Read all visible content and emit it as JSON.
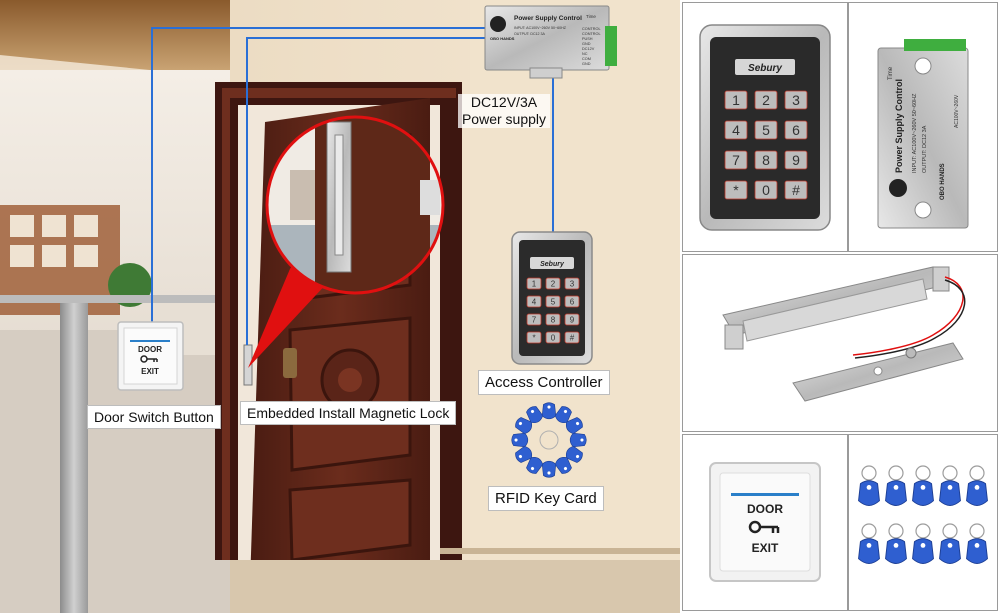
{
  "scene": {
    "power_supply": {
      "title": "Power Supply Control",
      "brand": "OBO HANDS",
      "input_text": "INPUT: AC100V~260V 50~60HZ",
      "output_text": "OUTPUT: DC12 3A",
      "time_label": "Time",
      "terminals": [
        "CONTROL",
        "CONTROL",
        "PUSH",
        "GND",
        "DC12V",
        "NC",
        "COM",
        "GND"
      ],
      "caption_line1": "DC12V/3A",
      "caption_line2": "Power supply"
    },
    "keypad": {
      "brand": "Sebury",
      "keys": [
        "1",
        "2",
        "3",
        "4",
        "5",
        "6",
        "7",
        "8",
        "9",
        "*",
        "0",
        "#"
      ],
      "caption": "Access Controller"
    },
    "exit_button": {
      "line1": "DOOR",
      "line2": "EXIT",
      "caption": "Door Switch Button"
    },
    "lock": {
      "caption": "Embedded Install Magnetic Lock"
    },
    "rfid": {
      "caption": "RFID Key Card"
    }
  },
  "products": {
    "keypad": {
      "brand": "Sebury",
      "keys": [
        "1",
        "2",
        "3",
        "4",
        "5",
        "6",
        "7",
        "8",
        "9",
        "*",
        "0",
        "#"
      ]
    },
    "power_supply": {
      "title": "Power Supply Control",
      "brand": "OBO HANDS",
      "input_text": "INPUT: AC100V~260V 50~60HZ",
      "output_text": "OUTPUT: DC12 3A",
      "side_text": "AC100V~260V",
      "time_label": "Time"
    },
    "exit_button": {
      "line1": "DOOR",
      "line2": "EXIT"
    }
  },
  "colors": {
    "wire": "#2a6fd6",
    "door_wood": "#5a2418",
    "callout_red": "#e01010",
    "fob_blue": "#2f5fd0",
    "wall": "#e9d8bf"
  }
}
